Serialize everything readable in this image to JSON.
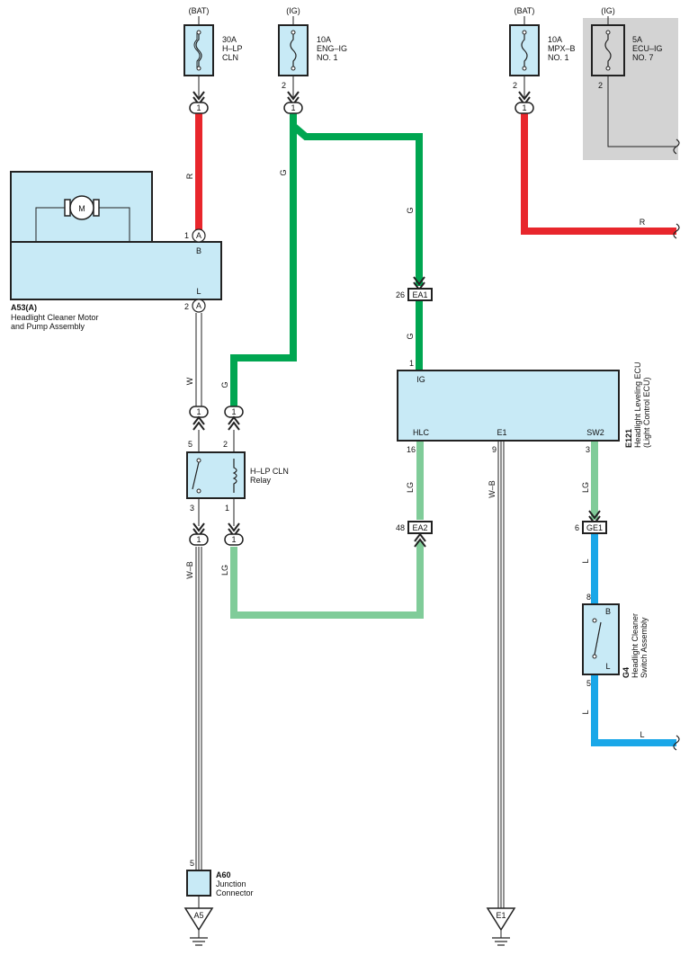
{
  "colors": {
    "wire_R": "#e8262c",
    "wire_G": "#00a651",
    "wire_LG": "#80cc99",
    "wire_L": "#1aa7e8",
    "wire_W": "#ffffff",
    "wire_WB": "#ffffff",
    "component_fill": "#c8eaf6",
    "shaded_region": "#d3d3d3",
    "outline": "#222222"
  },
  "fuses": [
    {
      "source": "(BAT)",
      "rating": "30A",
      "name1": "H–LP",
      "name2": "CLN",
      "pin": ""
    },
    {
      "source": "(IG)",
      "rating": "10A",
      "name1": "ENG–IG",
      "name2": "NO. 1",
      "pin": "2"
    },
    {
      "source": "(BAT)",
      "rating": "10A",
      "name1": "MPX–B",
      "name2": "NO. 1",
      "pin": "2"
    },
    {
      "source": "(IG)",
      "rating": "5A",
      "name1": "ECU–IG",
      "name2": "NO. 7",
      "pin": "2"
    }
  ],
  "motor_assembly": {
    "id": "A53(A)",
    "name1": "Headlight Cleaner Motor",
    "name2": "and Pump Assembly",
    "motor_symbol": "M",
    "terminal_b": "B",
    "terminal_l": "L",
    "pin_b": "1",
    "pin_l": "2",
    "conn": "A"
  },
  "relay": {
    "name1": "H–LP CLN",
    "name2": "Relay",
    "pins": {
      "top_left": "5",
      "top_right": "2",
      "bot_left": "3",
      "bot_right": "1"
    }
  },
  "ecu": {
    "id": "E121",
    "name1": "Headlight Leveling ECU",
    "name2": "(Light Control ECU)",
    "terminals": {
      "ig": "IG",
      "hlc": "HLC",
      "e1": "E1",
      "sw2": "SW2"
    },
    "pins": {
      "ig": "1",
      "hlc": "16",
      "e1": "9",
      "sw2": "3"
    }
  },
  "switch": {
    "id": "G4",
    "name1": "Headlight Cleaner",
    "name2": "Switch Assembly",
    "terminal_b": "B",
    "terminal_l": "L",
    "pin_b": "8",
    "pin_l": "5"
  },
  "junction": {
    "id": "A60",
    "name1": "Junction",
    "name2": "Connector",
    "pin": "5"
  },
  "connectors": {
    "ea1": {
      "label": "EA1",
      "pin": "26"
    },
    "ea2": {
      "label": "EA2",
      "pin": "48"
    },
    "ge1": {
      "label": "GE1",
      "pin": "6"
    },
    "inline_pin": "1"
  },
  "grounds": {
    "a5": "A5",
    "e1": "E1"
  },
  "wire_labels": {
    "r": "R",
    "g": "G",
    "w": "W",
    "wb": "W–B",
    "lg": "LG",
    "l": "L"
  }
}
